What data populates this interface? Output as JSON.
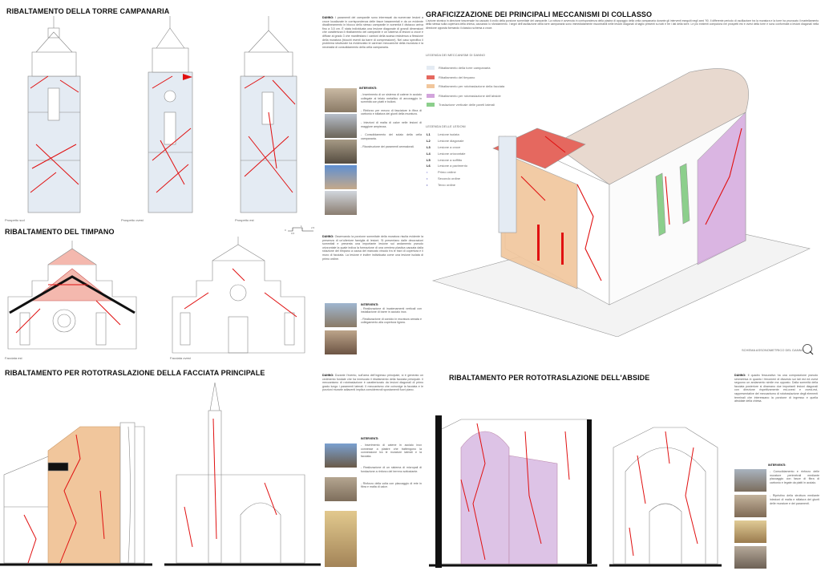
{
  "sections": {
    "torre": "RIBALTAMENTO DELLA TORRE CAMPANARIA",
    "timpano": "RIBALTAMENTO DEL TIMPANO",
    "facciata": "RIBALTAMENTO PER ROTOTRASLAZIONE DELLA FACCIATA PRINCIPALE",
    "graficizzazione": "GRAFICIZZAZIONE DEI PRINCIPALI MECCANISMI DI COLLASSO",
    "abside": "RIBALTAMENTO PER ROTOTRASLAZIONE DELL'ABSIDE"
  },
  "captions": {
    "tower": [
      "Prospetto sud",
      "Prospetto ovest",
      "Prospetto est"
    ],
    "timpano": [
      "Facciata est",
      "Facciata ovest"
    ],
    "axonometric": "SCHEMA ASSONOMETRICO DEL DANNO",
    "scale": [
      "0",
      "0,5",
      "1",
      "2,5"
    ]
  },
  "texts": {
    "danno_label": "DANNO:",
    "interventi_label": "INTERVENTI:",
    "torre_danno": "I paramenti del campanile sono interessati da numerose lesioni a croce localizzate in corrispondenza delle fasce basamentali e da un evidente disallineamento in blocco dello stesso campanile in sommità il distacco arriva fino a 3,5 cm. È stata individuata una lesione diagonale di grandi dimensioni che caratterizza il ribaltamento del campanile e un sistema di lesioni a croce e diffuse al grado 3 che manifestano i cantoni della scarsa resistenza a flessione della muratura (blocchi esenti da barre di compressione). Nel caso specifico il problema strutturale ha evidenziato le carenze meccaniche della muratura e la necessità di consolidamento della cella campanaria.",
    "torre_interventi": [
      "- Inserimento di un sistema di catene in acciaio collegate al telaio metallico di ancoraggio in sommità con piatti e bulloni.",
      "- Rinforzo per mezzo di fasciature in fibra di carbonio e stilatura dei giunti della muratura.",
      "- Iniezioni di malta di calce nelle lesioni di maggiore ampiezza.",
      "- Consolidamento del solaio della cella campanaria.",
      "- Ricostruzione dei paramenti ammalorati."
    ],
    "timpano_danno": "Osservando la porzione sommitale della muratura risulta evidente la presenza di un'ulteriore famiglia di lesioni. Si presentano dalle decorazioni sommitali e presenta una importante lesione sul andamento pseudo orizzontale la quale indica la formazione di una cerniera plastica causata dalla rotazione del timpano a causa del mancato vincolo fra le travi di copertura e il muro di facciata. La lesione è inoltre individuata come una lesione isolata di primo ordine.",
    "timpano_interventi": [
      "- Realizzazione di incatenamenti verticali con installazione di barre in acciaio inox.",
      "- Realizzazione di cordolo in muratura armata e collegamento alla copertura lignea."
    ],
    "facciata_danno": "Durante l'evento, sull'area dell'ingresso principale, si è generato un cedimento fondale che ha innescato il ribaltamento della facciata principale. Il meccanismo di rototraslazione è caratterizzato da lesioni diagonali di primo grado lungo i paramenti laterali. Il meccanismo che coinvolge la facciata e le porzioni murarie adiacenti implica considerevoli spostamenti fuori piano.",
    "facciata_interventi": [
      "- Inserimento di catene in acciaio inox connesse a piastre che trattengono la connessione tra le murature laterali e la facciata.",
      "- Realizzazione di un sistema di micropali di fondazione a rinforzo del terreno sottostante.",
      "- Rinforzo della volta con placcaggio di rete in fibra e malta di calce."
    ],
    "graf_paragraph": "L'azione sismica in direzione trasversale ha causato il crollo della porzione sommitale del campanile. La rottura è avvenuta in corrispondenza della piastra di appoggio della cella campanaria durante gli interventi eseguiti negli anni '90. Il differente periodo di oscillazione tra la muratura e la torre ha provocato il martellamento della stessa sulla copertura della chiesa, causando lo sfondamento. I segni dell'oscillazione della torre campanaria sono immediatamente riscontrabili nelle lesioni diagonali di taglio presenti su tutti e tre i lati della torre. Le più evidenti compaiono nei prospetti est e ovest della torre e sono conformate a lesioni diagonali nella direzione opposta formando il classico schema a croce.",
    "abside_danno": "Il quadro fessurativo ha una composizione pseudo simmetrica in quanto i fenomeni di dissesto sui lati est ed ovest seguono un andamento simile ma opposto. Dalla sommità della facciata posteriore si diramano due importanti lesioni diagonali con direzione rispettivamente est-ovest e ovest-est, rappresentative del meccanismo di rototraslazione degli elementi terminali che interessano la porzione di ingresso e quella absidale della chiesa.",
    "abside_interventi": [
      "- Consolidamento e rinforzo delle murature perimetrali mediante placcaggio con fasce di fibra di carbonio e legate da piatti in acciaio.",
      "- Ripristino della struttura mediante iniezioni di malta e stilatura dei giunti delle murature e dei paramenti."
    ]
  },
  "legend": {
    "damage_title": "LEGENDA DEI MECCANISMI DI DANNO",
    "damage": [
      {
        "label": "Ribaltamento della torre campanaria",
        "color": "#e4ebf3"
      },
      {
        "label": "Ribaltamento del timpano",
        "color": "#e5685f"
      },
      {
        "label": "Ribaltamento per rototraslazione della facciata",
        "color": "#f1c69c"
      },
      {
        "label": "Ribaltamento per rototraslazione dell'abside",
        "color": "#d2a4dc"
      },
      {
        "label": "Traslazione verticale delle pareti laterali",
        "color": "#8ccf8c"
      }
    ],
    "lesions_title": "LEGENDA DELLE LESIONI",
    "lesions": [
      {
        "code": "L1",
        "label": "Lesione isolata"
      },
      {
        "code": "L2",
        "label": "Lesione diagonale"
      },
      {
        "code": "L3",
        "label": "Lesione a croce"
      },
      {
        "code": "L4",
        "label": "Lesione orizzontale"
      },
      {
        "code": "L5",
        "label": "Lesione a soffitto"
      },
      {
        "code": "L6",
        "label": "Lesione a pavimento"
      }
    ],
    "orders": [
      {
        "label": "Primo ordine",
        "color": "#6a6ad0"
      },
      {
        "label": "Secondo ordine",
        "color": "#4a4ab8"
      },
      {
        "label": "Terzo ordine",
        "color": "#2a2aa0"
      }
    ]
  },
  "colors": {
    "crack": "#e01010",
    "tower": "#e4ebf3",
    "timpano": "#e5685f",
    "facciata": "#f1c69c",
    "abside": "#d2a4dc",
    "pareti": "#8ccf8c"
  }
}
